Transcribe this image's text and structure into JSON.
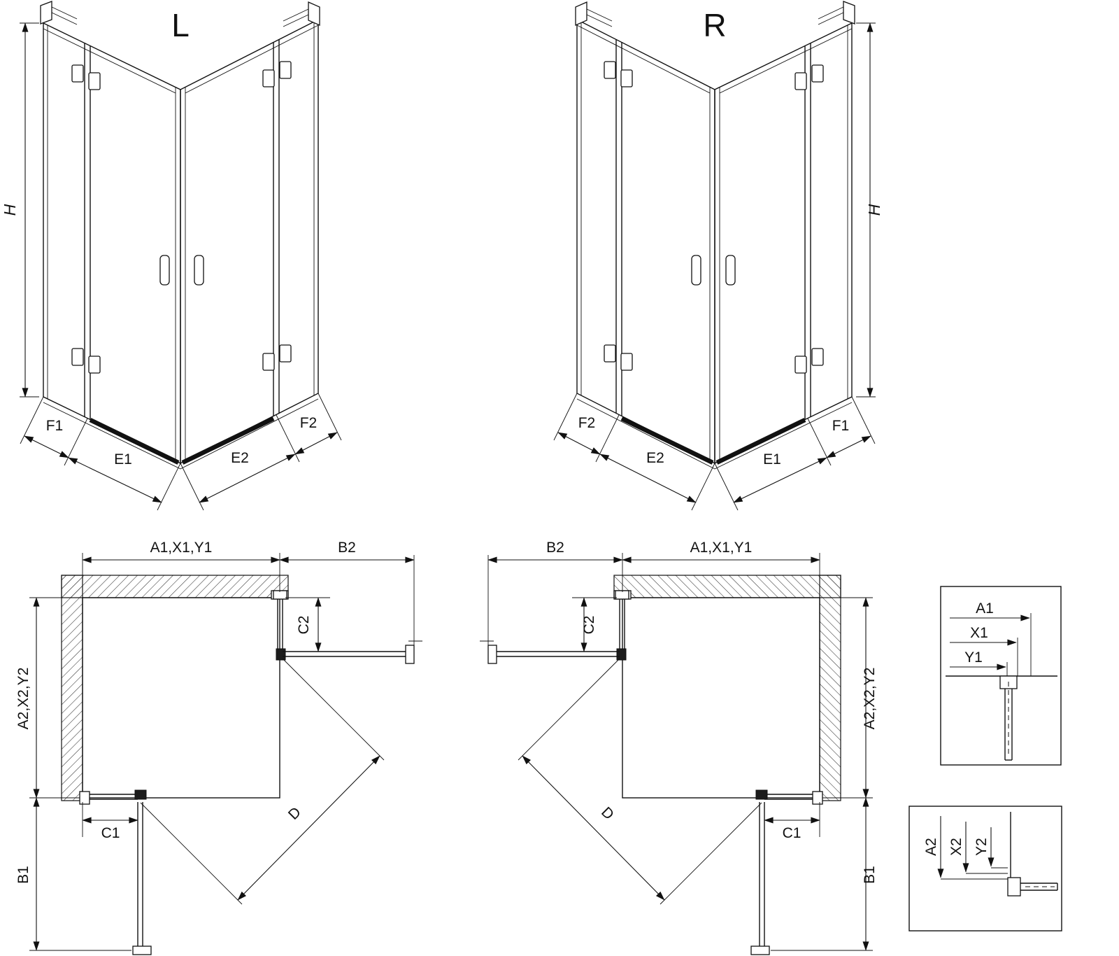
{
  "drawing": {
    "background": "#ffffff",
    "line_color": "#111111"
  },
  "iso_views": {
    "left": {
      "title": "L",
      "height": "H",
      "fixed_left": "F1",
      "door_left": "E1",
      "door_right": "E2",
      "fixed_right": "F2"
    },
    "right": {
      "title": "R",
      "height": "H",
      "fixed_left": "F2",
      "door_left": "E2",
      "door_right": "E1",
      "fixed_right": "F1"
    }
  },
  "plan_views": {
    "left": {
      "width_top": "A1,X1,Y1",
      "extension_top": "B2",
      "return_top": "C2",
      "depth_side": "A2,X2,Y2",
      "return_bottom": "C1",
      "extension_bottom": "B1",
      "diagonal": "D"
    },
    "right": {
      "width_top": "A1,X1,Y1",
      "extension_top": "B2",
      "return_top": "C2",
      "depth_side": "A2,X2,Y2",
      "return_bottom": "C1",
      "extension_bottom": "B1",
      "diagonal": "D"
    }
  },
  "detail_views": {
    "top": {
      "labels": [
        "A1",
        "X1",
        "Y1"
      ]
    },
    "bottom": {
      "labels": [
        "A2",
        "X2",
        "Y2"
      ]
    }
  }
}
